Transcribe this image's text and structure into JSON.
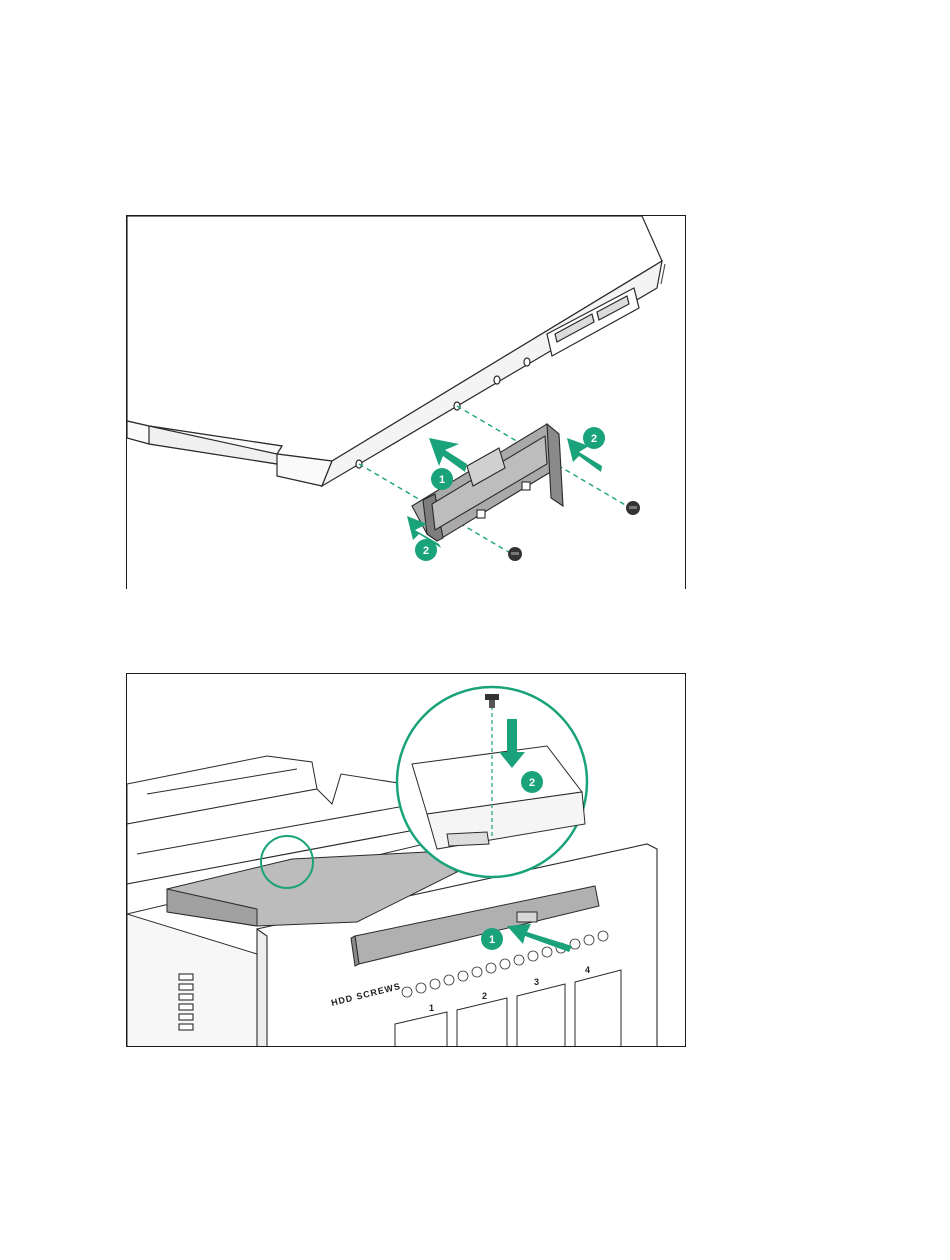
{
  "figures": [
    {
      "id": "bracket-install",
      "callouts": [
        {
          "id": "c1",
          "label": "1"
        },
        {
          "id": "c2a",
          "label": "2"
        },
        {
          "id": "c2b",
          "label": "2"
        }
      ]
    },
    {
      "id": "drive-install",
      "callouts": [
        {
          "id": "c1",
          "label": "1"
        },
        {
          "id": "c2",
          "label": "2"
        }
      ],
      "plate_text": "HDD SCREWS",
      "bay_numbers": [
        "1",
        "2",
        "3",
        "4"
      ]
    }
  ],
  "colors": {
    "accent": "#1aa37a",
    "outline": "#1a1a1a",
    "part_gray": "#a9a9a9",
    "part_dark": "#7d7d7d"
  }
}
